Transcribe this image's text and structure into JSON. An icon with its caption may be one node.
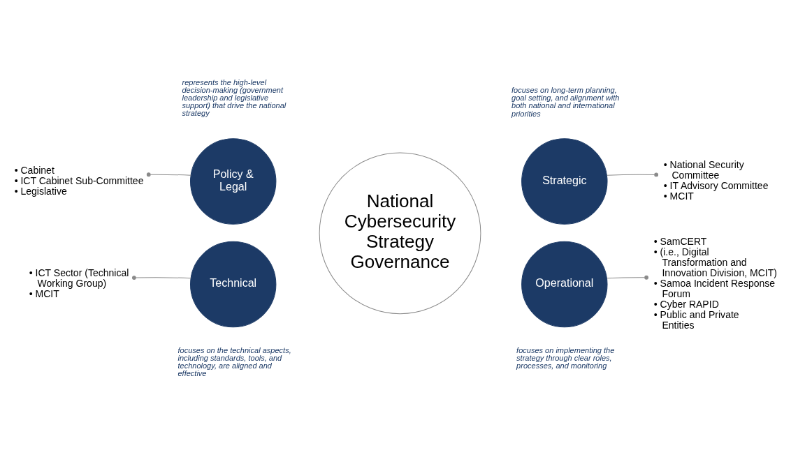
{
  "diagram": {
    "nodes": [
      {
        "text": [
          "National Cybersecurity Strategy Governance"
        ]
      },
      {
        "text": [
          "Policy & Legal"
        ],
        "beside": [
          "represents the high-level decision-making (government leadership and legislative support) that drive the national strategy"
        ]
      },
      {
        "text": [
          "Strategic"
        ],
        "beside": [
          "focuses on long-term planning, goal setting, and alignment with both national and international priorities"
        ]
      },
      {
        "text": [
          "Technical"
        ],
        "beside": [
          "focuses on the technical aspects, including standards, tools, and technology, are aligned and effective"
        ]
      },
      {
        "text": [
          "Operational"
        ],
        "beside": [
          "focuses on implementing the strategy through clear roles, processes, and monitoring"
        ]
      },
      {
        "text": [
          "• Cabinet",
          "• ICT Cabinet Sub-Committee",
          "• Legislative"
        ]
      },
      {
        "text": [
          "• National Security Committee",
          "• IT Advisory Committee",
          "• MCIT"
        ]
      },
      {
        "text": [
          "• ICT Sector (Technical Working Group)",
          "• MCIT"
        ]
      },
      {
        "text": [
          "• SamCERT",
          "• (i.e., Digital Transformation and Innovation Division, MCIT)",
          "• Samoa Incident Response Forum",
          "• Cyber RAPID",
          "• Public and Private Entities"
        ]
      }
    ],
    "edges": [
      {
        "from": 5,
        "to": 1,
        "arrow": "other"
      },
      {
        "from": 6,
        "to": 2,
        "arrow": "other"
      },
      {
        "from": 7,
        "to": 3,
        "arrow": "other"
      },
      {
        "from": 8,
        "to": 4,
        "arrow": "other"
      }
    ]
  }
}
